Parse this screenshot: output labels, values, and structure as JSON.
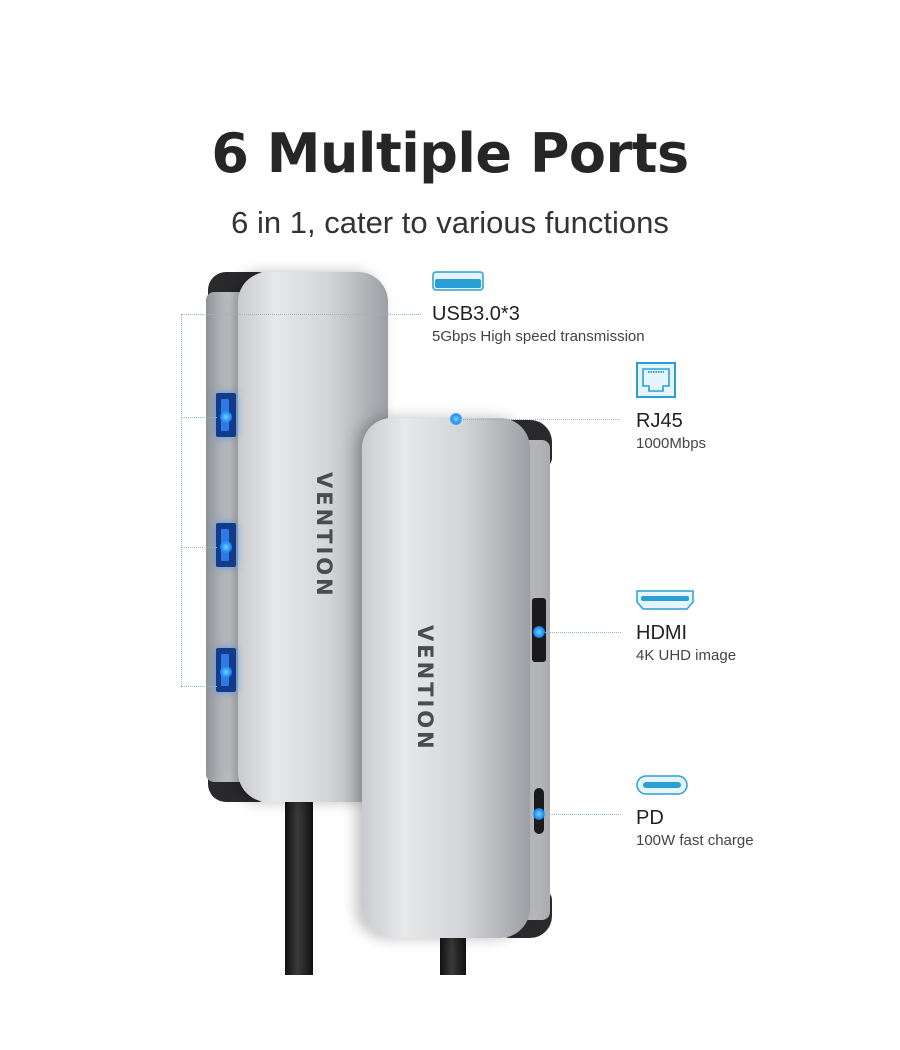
{
  "header": {
    "title": "6 Multiple Ports",
    "subtitle": "6 in 1, cater to various functions"
  },
  "product": {
    "brand_left": "VENTION",
    "brand_right": "VENTION",
    "accent_color": "#1e90ff",
    "icon_color": "#2a9fd6"
  },
  "features": [
    {
      "icon": "usb-port-icon",
      "name": "USB3.0*3",
      "desc": "5Gbps High speed transmission"
    },
    {
      "icon": "ethernet-port-icon",
      "name": "RJ45",
      "desc": "1000Mbps"
    },
    {
      "icon": "hdmi-port-icon",
      "name": "HDMI",
      "desc": "4K UHD image"
    },
    {
      "icon": "usb-c-port-icon",
      "name": "PD",
      "desc": "100W fast charge"
    }
  ]
}
